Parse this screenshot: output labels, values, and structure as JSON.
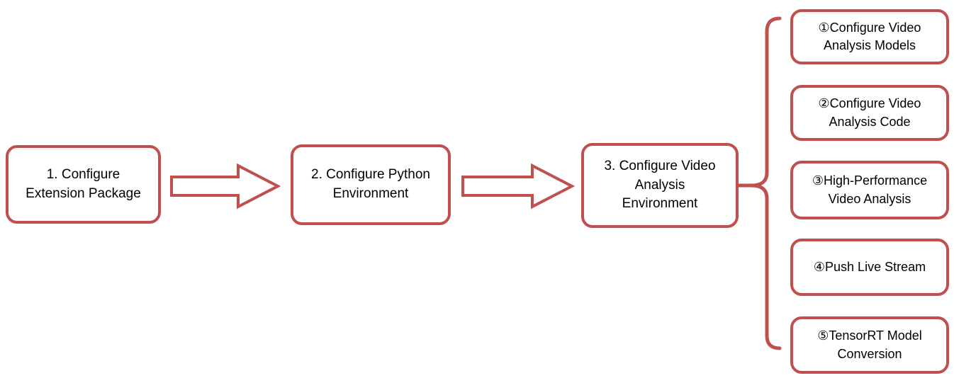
{
  "colors": {
    "accent": "#c0504d",
    "box_fill": "#ffffff",
    "text": "#000000"
  },
  "flow": {
    "main_steps": [
      {
        "lines": [
          "1. Configure",
          "Extension Package"
        ]
      },
      {
        "lines": [
          "2. Configure Python",
          "Environment"
        ]
      },
      {
        "lines": [
          "3. Configure Video",
          "Analysis",
          "Environment"
        ]
      }
    ],
    "sub_steps": [
      {
        "lines": [
          "①Configure Video",
          "Analysis Models"
        ]
      },
      {
        "lines": [
          "②Configure Video",
          "Analysis Code"
        ]
      },
      {
        "lines": [
          "③High-Performance",
          "Video Analysis"
        ]
      },
      {
        "lines": [
          "④Push Live Stream"
        ]
      },
      {
        "lines": [
          "⑤TensorRT Model",
          "Conversion"
        ]
      }
    ]
  }
}
